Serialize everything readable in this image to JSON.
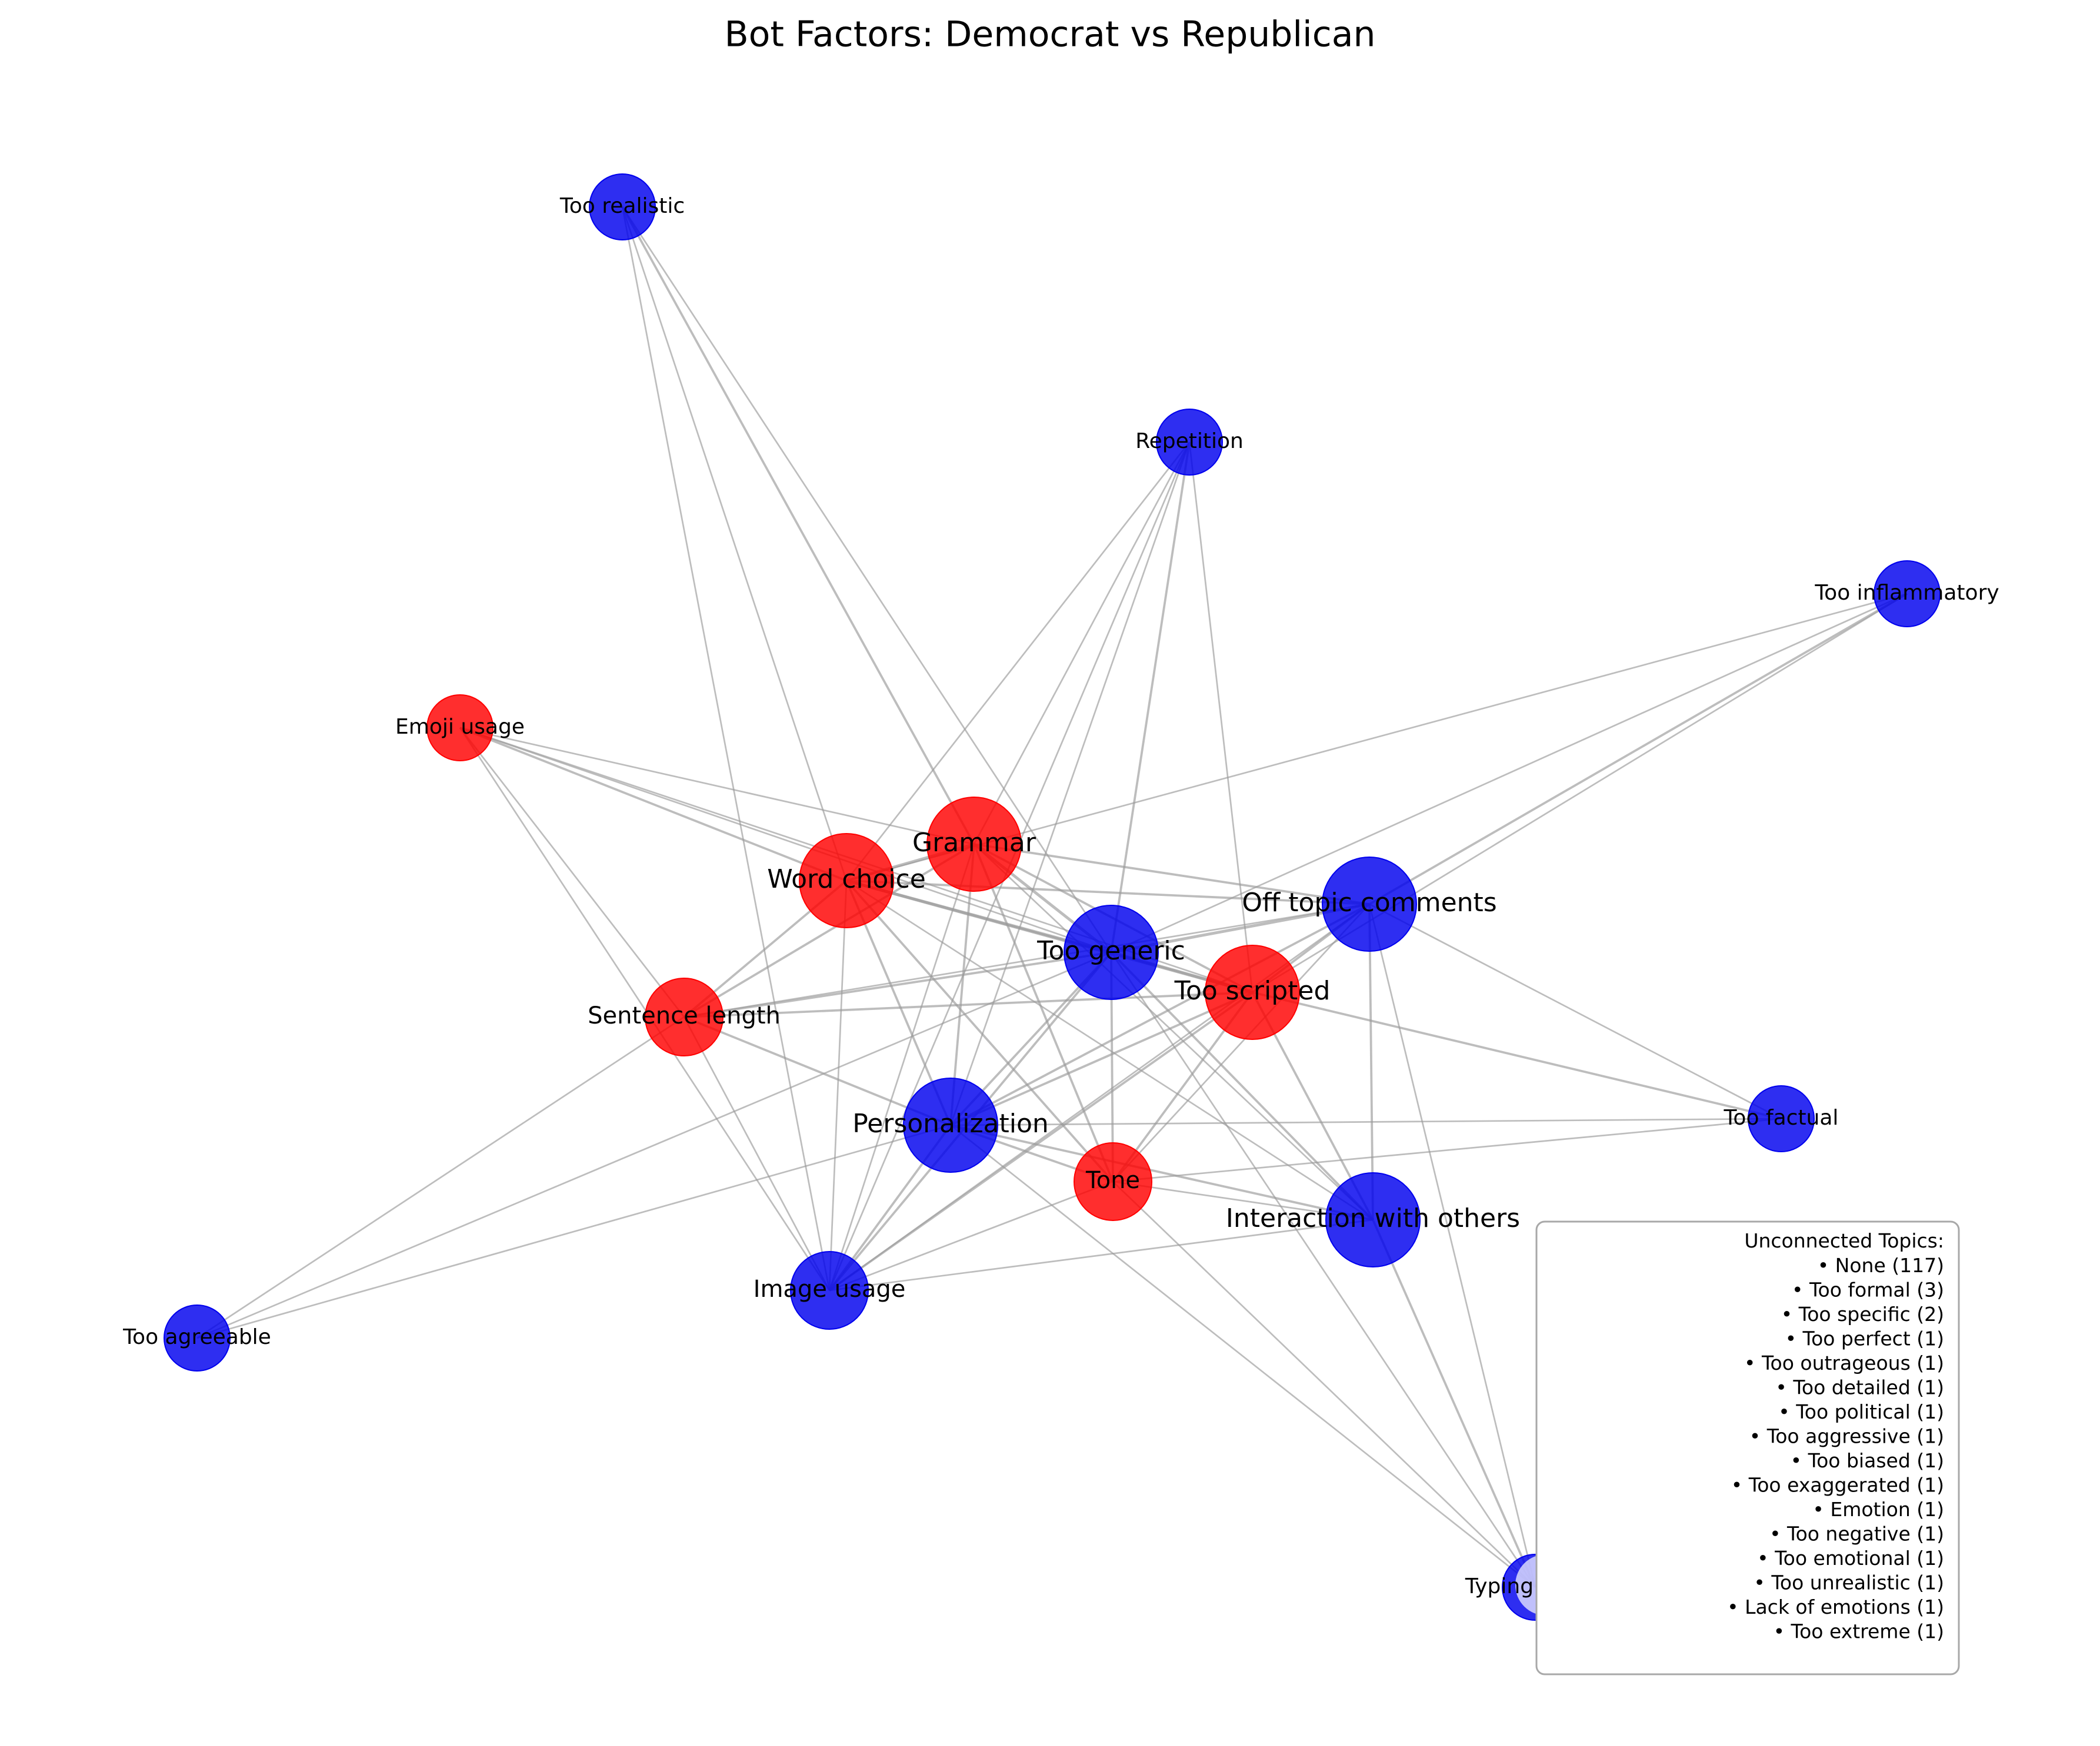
{
  "title": "Bot Factors: Democrat vs Republican",
  "colors": {
    "democrat": "#0000ee",
    "republican": "#ff0000",
    "edge": "#9a9a9a",
    "legend_border": "#a8a8a8"
  },
  "nodes": [
    {
      "id": "too_realistic",
      "label": "Too realistic",
      "group": "democrat",
      "size": "small"
    },
    {
      "id": "repetition",
      "label": "Repetition",
      "group": "democrat",
      "size": "small"
    },
    {
      "id": "too_inflammatory",
      "label": "Too inflammatory",
      "group": "democrat",
      "size": "small"
    },
    {
      "id": "emoji_usage",
      "label": "Emoji usage",
      "group": "republican",
      "size": "small"
    },
    {
      "id": "grammar",
      "label": "Grammar",
      "group": "republican",
      "size": "large"
    },
    {
      "id": "word_choice",
      "label": "Word choice",
      "group": "republican",
      "size": "large"
    },
    {
      "id": "off_topic",
      "label": "Off topic comments",
      "group": "democrat",
      "size": "large"
    },
    {
      "id": "too_generic",
      "label": "Too generic",
      "group": "democrat",
      "size": "large"
    },
    {
      "id": "too_scripted",
      "label": "Too scripted",
      "group": "republican",
      "size": "large"
    },
    {
      "id": "sentence_length",
      "label": "Sentence length",
      "group": "republican",
      "size": "medium"
    },
    {
      "id": "too_factual",
      "label": "Too factual",
      "group": "democrat",
      "size": "small"
    },
    {
      "id": "personalization",
      "label": "Personalization",
      "group": "democrat",
      "size": "large"
    },
    {
      "id": "tone",
      "label": "Tone",
      "group": "republican",
      "size": "medium"
    },
    {
      "id": "interaction",
      "label": "Interaction with others",
      "group": "democrat",
      "size": "large"
    },
    {
      "id": "image_usage",
      "label": "Image usage",
      "group": "democrat",
      "size": "medium"
    },
    {
      "id": "too_agreeable",
      "label": "Too agreeable",
      "group": "democrat",
      "size": "small"
    },
    {
      "id": "typing_habits",
      "label": "Typing habits",
      "group": "democrat",
      "size": "small"
    }
  ],
  "edges": [
    [
      "too_realistic",
      "grammar",
      2
    ],
    [
      "too_realistic",
      "too_generic",
      1
    ],
    [
      "too_realistic",
      "image_usage",
      1
    ],
    [
      "too_realistic",
      "word_choice",
      1
    ],
    [
      "repetition",
      "word_choice",
      1
    ],
    [
      "repetition",
      "grammar",
      1
    ],
    [
      "repetition",
      "too_generic",
      2
    ],
    [
      "repetition",
      "too_scripted",
      1
    ],
    [
      "repetition",
      "personalization",
      1
    ],
    [
      "repetition",
      "image_usage",
      1
    ],
    [
      "too_inflammatory",
      "off_topic",
      2
    ],
    [
      "too_inflammatory",
      "too_generic",
      1
    ],
    [
      "too_inflammatory",
      "too_scripted",
      1
    ],
    [
      "too_inflammatory",
      "word_choice",
      1
    ],
    [
      "emoji_usage",
      "word_choice",
      2
    ],
    [
      "emoji_usage",
      "grammar",
      1
    ],
    [
      "emoji_usage",
      "too_generic",
      1
    ],
    [
      "emoji_usage",
      "too_scripted",
      1
    ],
    [
      "emoji_usage",
      "sentence_length",
      1
    ],
    [
      "emoji_usage",
      "image_usage",
      1
    ],
    [
      "grammar",
      "word_choice",
      3
    ],
    [
      "grammar",
      "too_generic",
      3
    ],
    [
      "grammar",
      "too_scripted",
      2
    ],
    [
      "grammar",
      "off_topic",
      2
    ],
    [
      "grammar",
      "sentence_length",
      2
    ],
    [
      "grammar",
      "personalization",
      2
    ],
    [
      "grammar",
      "tone",
      2
    ],
    [
      "grammar",
      "interaction",
      1
    ],
    [
      "grammar",
      "image_usage",
      1
    ],
    [
      "word_choice",
      "too_generic",
      3
    ],
    [
      "word_choice",
      "too_scripted",
      3
    ],
    [
      "word_choice",
      "off_topic",
      2
    ],
    [
      "word_choice",
      "sentence_length",
      2
    ],
    [
      "word_choice",
      "personalization",
      2
    ],
    [
      "word_choice",
      "tone",
      2
    ],
    [
      "word_choice",
      "interaction",
      1
    ],
    [
      "word_choice",
      "image_usage",
      1
    ],
    [
      "off_topic",
      "too_generic",
      3
    ],
    [
      "off_topic",
      "too_scripted",
      2
    ],
    [
      "off_topic",
      "sentence_length",
      1
    ],
    [
      "off_topic",
      "personalization",
      2
    ],
    [
      "off_topic",
      "tone",
      1
    ],
    [
      "off_topic",
      "interaction",
      2
    ],
    [
      "off_topic",
      "too_factual",
      1
    ],
    [
      "off_topic",
      "typing_habits",
      1
    ],
    [
      "off_topic",
      "image_usage",
      1
    ],
    [
      "too_generic",
      "too_scripted",
      3
    ],
    [
      "too_generic",
      "sentence_length",
      2
    ],
    [
      "too_generic",
      "personalization",
      2
    ],
    [
      "too_generic",
      "tone",
      2
    ],
    [
      "too_generic",
      "interaction",
      2
    ],
    [
      "too_generic",
      "image_usage",
      2
    ],
    [
      "too_generic",
      "too_agreeable",
      1
    ],
    [
      "too_generic",
      "typing_habits",
      1
    ],
    [
      "too_scripted",
      "sentence_length",
      2
    ],
    [
      "too_scripted",
      "personalization",
      2
    ],
    [
      "too_scripted",
      "tone",
      2
    ],
    [
      "too_scripted",
      "interaction",
      2
    ],
    [
      "too_scripted",
      "image_usage",
      2
    ],
    [
      "too_scripted",
      "too_factual",
      2
    ],
    [
      "sentence_length",
      "personalization",
      2
    ],
    [
      "sentence_length",
      "image_usage",
      1
    ],
    [
      "sentence_length",
      "too_agreeable",
      1
    ],
    [
      "personalization",
      "tone",
      2
    ],
    [
      "personalization",
      "interaction",
      2
    ],
    [
      "personalization",
      "image_usage",
      2
    ],
    [
      "personalization",
      "too_factual",
      1
    ],
    [
      "personalization",
      "too_agreeable",
      1
    ],
    [
      "personalization",
      "typing_habits",
      1
    ],
    [
      "tone",
      "interaction",
      1
    ],
    [
      "tone",
      "image_usage",
      1
    ],
    [
      "tone",
      "too_factual",
      1
    ],
    [
      "tone",
      "typing_habits",
      1
    ],
    [
      "interaction",
      "image_usage",
      1
    ],
    [
      "interaction",
      "typing_habits",
      2
    ]
  ],
  "legend": {
    "title": "Unconnected Topics:",
    "items": [
      "• None (117)",
      "• Too formal (3)",
      "• Too specific (2)",
      "• Too perfect (1)",
      "• Too outrageous (1)",
      "• Too detailed (1)",
      "• Too political (1)",
      "• Too aggressive (1)",
      "• Too biased (1)",
      "• Too exaggerated (1)",
      "• Emotion (1)",
      "• Too negative (1)",
      "• Too emotional (1)",
      "• Too unrealistic (1)",
      "• Lack of emotions (1)",
      "• Too extreme (1)"
    ]
  }
}
